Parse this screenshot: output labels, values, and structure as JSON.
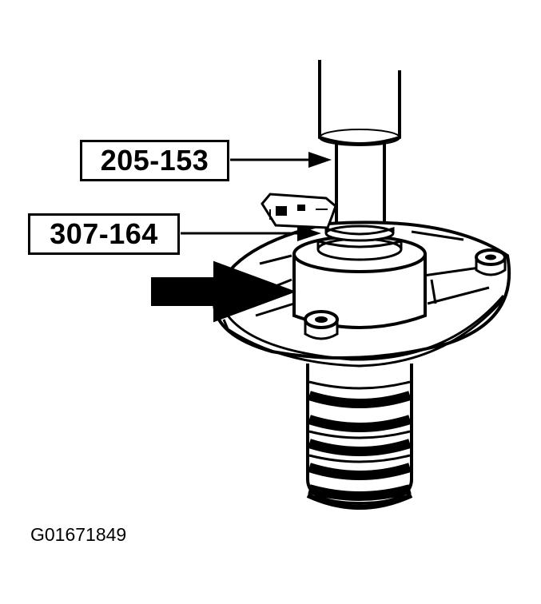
{
  "labels": {
    "tool_upper": "205-153",
    "tool_lower": "307-164"
  },
  "figure_id": "G01671849"
}
